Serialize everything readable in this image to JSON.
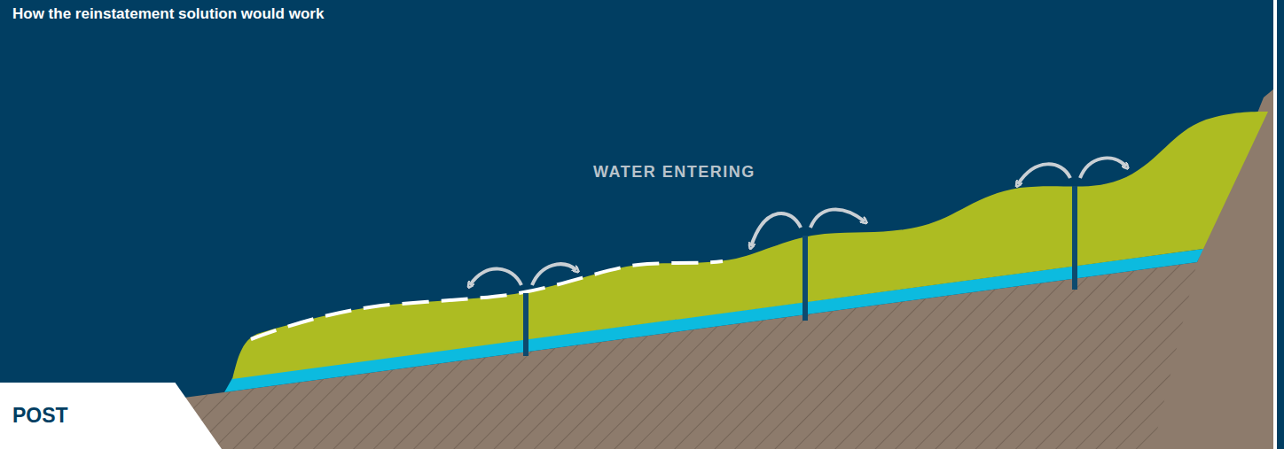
{
  "diagram": {
    "title": "How the reinstatement solution would work",
    "nodes": [
      {
        "text": [
          "POST"
        ]
      }
    ],
    "labels": [
      "WATER ENTERING"
    ]
  }
}
